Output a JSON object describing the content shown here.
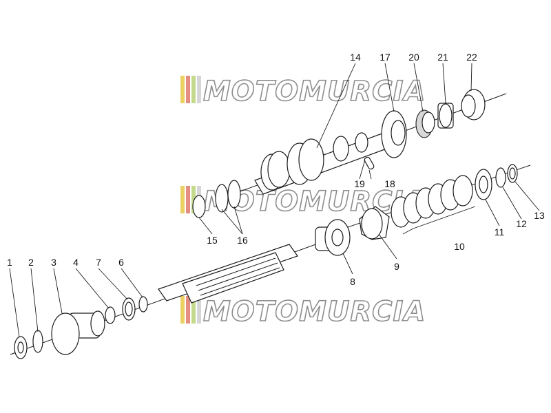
{
  "watermark": {
    "text": "MOTOMURCIA",
    "stripe_colors": [
      "#e8c84a",
      "#e07a6a",
      "#b9d47a",
      "#d0d0d0"
    ]
  },
  "callouts": [
    "1",
    "2",
    "3",
    "4",
    "7",
    "6",
    "8",
    "9",
    "10",
    "11",
    "12",
    "13",
    "14",
    "15",
    "16",
    "17",
    "18",
    "19",
    "20",
    "21",
    "22"
  ]
}
